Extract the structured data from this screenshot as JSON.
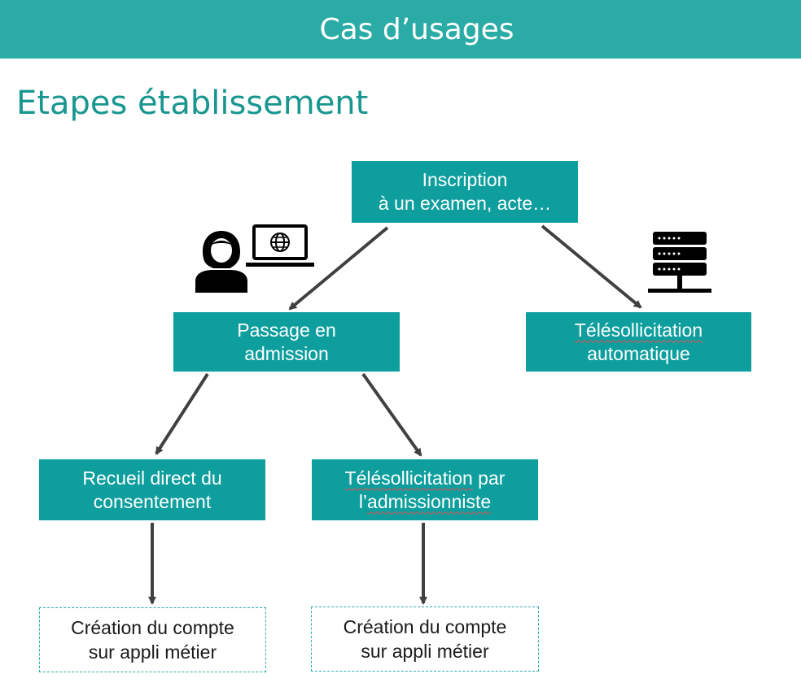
{
  "header": {
    "title": "Cas d’usages"
  },
  "subtitle": "Etapes établissement",
  "nodes": {
    "inscription": {
      "line1": "Inscription",
      "line2": "à un examen, acte…"
    },
    "passage": {
      "line1": "Passage en",
      "line2": "admission"
    },
    "telesollicitation_auto": {
      "line1": "Télésollicitation",
      "line2": "automatique"
    },
    "recueil": {
      "line1": "Recueil direct du",
      "line2": "consentement"
    },
    "telesollicitation_admin": {
      "line1_a": "Télésollicitation",
      "line1_b": " par",
      "line2_a": "l’",
      "line2_b": "admissionniste"
    },
    "creation_left": {
      "line1": "Création du compte",
      "line2": "sur appli métier"
    },
    "creation_right": {
      "line1": "Création du compte",
      "line2": "sur appli métier"
    }
  },
  "icons": [
    "person-icon",
    "laptop-globe-icon",
    "server-icon"
  ],
  "colors": {
    "header": "#2aaba6",
    "box": "#0e9e9e",
    "subtitle": "#18968f",
    "arrow": "#404040"
  }
}
